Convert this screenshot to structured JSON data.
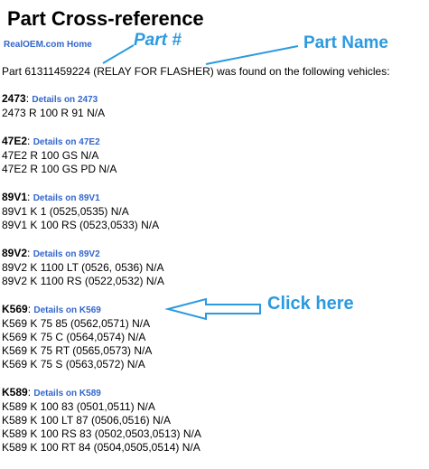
{
  "header": {
    "title": "Part Cross-reference",
    "home_link": "RealOEM.com Home"
  },
  "intro": {
    "text": "Part 61311459224 (RELAY FOR FLASHER) was found on the following vehicles:"
  },
  "groups": [
    {
      "code": "2473",
      "link": "Details on 2473",
      "vehicles": [
        "2473 R 100 R 91 N/A"
      ]
    },
    {
      "code": "47E2",
      "link": "Details on 47E2",
      "vehicles": [
        "47E2 R 100 GS N/A",
        "47E2 R 100 GS PD N/A"
      ]
    },
    {
      "code": "89V1",
      "link": "Details on 89V1",
      "vehicles": [
        "89V1 K 1 (0525,0535) N/A",
        "89V1 K 100 RS (0523,0533) N/A"
      ]
    },
    {
      "code": "89V2",
      "link": "Details on 89V2",
      "vehicles": [
        "89V2 K 1100 LT (0526, 0536) N/A",
        "89V2 K 1100 RS (0522,0532) N/A"
      ]
    },
    {
      "code": "K569",
      "link": "Details on K569",
      "vehicles": [
        "K569 K 75 85 (0562,0571) N/A",
        "K569 K 75 C (0564,0574) N/A",
        "K569 K 75 RT (0565,0573) N/A",
        "K569 K 75 S (0563,0572) N/A"
      ]
    },
    {
      "code": "K589",
      "link": "Details on K589",
      "vehicles": [
        "K589 K 100 83 (0501,0511) N/A",
        "K589 K 100 LT 87 (0506,0516) N/A",
        "K589 K 100 RS 83 (0502,0503,0513) N/A",
        "K589 K 100 RT 84 (0504,0505,0514) N/A"
      ]
    }
  ],
  "annotations": {
    "part_number": "Part #",
    "part_name": "Part Name",
    "click_here": "Click here"
  },
  "colors": {
    "link": "#3366cc",
    "annotation": "#2b9ae0"
  }
}
